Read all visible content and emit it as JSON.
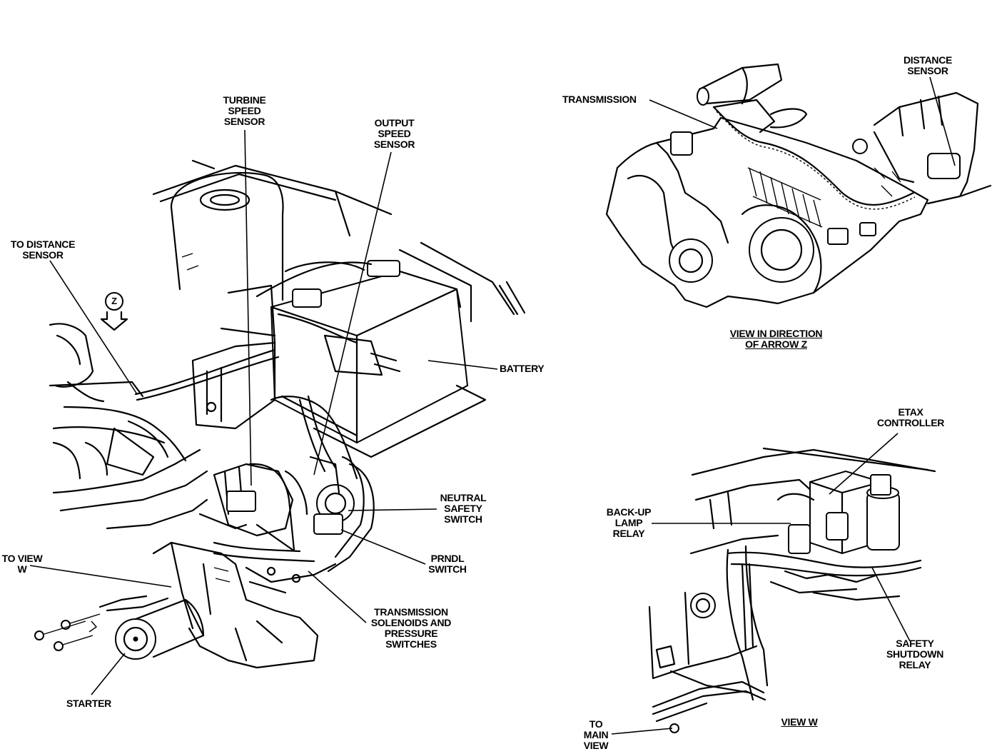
{
  "labels": {
    "turbine_speed_sensor": [
      "TURBINE",
      "SPEED",
      "SENSOR"
    ],
    "output_speed_sensor": [
      "OUTPUT",
      "SPEED",
      "SENSOR"
    ],
    "to_distance_sensor": [
      "TO DISTANCE",
      "SENSOR"
    ],
    "battery": [
      "BATTERY"
    ],
    "neutral_safety_switch": [
      "NEUTRAL",
      "SAFETY",
      "SWITCH"
    ],
    "prndl_switch": [
      "PRNDL",
      "SWITCH"
    ],
    "to_view_w": [
      "TO VIEW",
      "W"
    ],
    "transmission_solenoids": [
      "TRANSMISSION",
      "SOLENOIDS AND",
      "PRESSURE",
      "SWITCHES"
    ],
    "starter": [
      "STARTER"
    ],
    "transmission": [
      "TRANSMISSION"
    ],
    "distance_sensor": [
      "DISTANCE",
      "SENSOR"
    ],
    "view_z_caption": [
      "VIEW IN DIRECTION",
      "OF ARROW Z"
    ],
    "etax_controller": [
      "ETAX",
      "CONTROLLER"
    ],
    "back_up_lamp_relay": [
      "BACK-UP",
      "LAMP",
      "RELAY"
    ],
    "safety_shutdown_relay": [
      "SAFETY",
      "SHUTDOWN",
      "RELAY"
    ],
    "view_w_caption": [
      "VIEW W"
    ],
    "to_main_view": [
      "TO",
      "MAIN",
      "VIEW"
    ],
    "arrow_z": "Z"
  }
}
